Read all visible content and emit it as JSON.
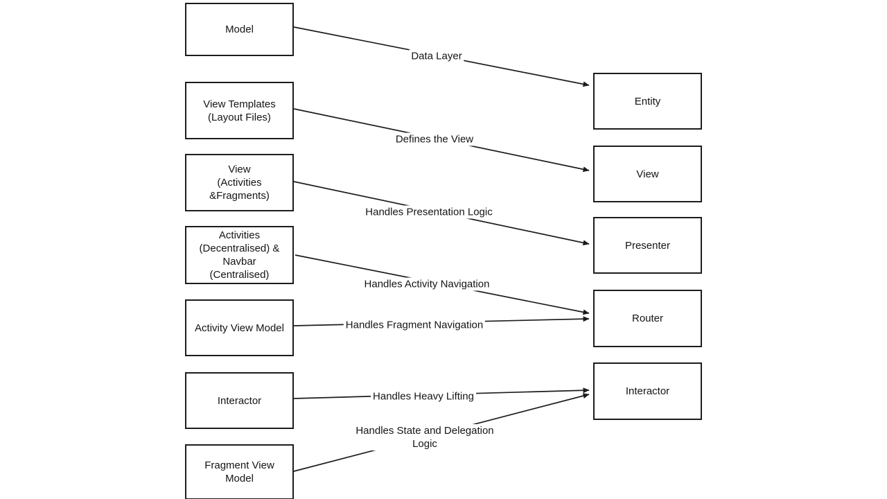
{
  "diagram": {
    "title_hint": "architecture-mapping-diagram",
    "colors": {
      "background": "#ffffff",
      "box_border": "#1c1c1c",
      "line": "#1c1c1c",
      "text": "#141414"
    },
    "left_nodes": [
      {
        "id": "model",
        "label": "Model"
      },
      {
        "id": "view-templates",
        "label": "View Templates\n(Layout Files)"
      },
      {
        "id": "view-activities-fragments",
        "label": "View\n(Activities\n&Fragments)"
      },
      {
        "id": "activities-navbar",
        "label": "Activities\n(Decentralised) &\nNavbar\n(Centralised)"
      },
      {
        "id": "activity-view-model",
        "label": "Activity View Model"
      },
      {
        "id": "interactor-left",
        "label": "Interactor"
      },
      {
        "id": "fragment-view-model",
        "label": "Fragment View\nModel"
      }
    ],
    "right_nodes": [
      {
        "id": "entity",
        "label": "Entity"
      },
      {
        "id": "view",
        "label": "View"
      },
      {
        "id": "presenter",
        "label": "Presenter"
      },
      {
        "id": "router",
        "label": "Router"
      },
      {
        "id": "interactor-right",
        "label": "Interactor"
      }
    ],
    "edges": [
      {
        "label": "Data Layer",
        "from": "Model",
        "to": "Entity"
      },
      {
        "label": "Defines the View",
        "from": "View Templates (Layout Files)",
        "to": "View"
      },
      {
        "label": "Handles Presentation Logic",
        "from": "View (Activities &Fragments)",
        "to": "Presenter"
      },
      {
        "label": "Handles Activity Navigation",
        "from": "Activities (Decentralised) & Navbar (Centralised)",
        "to": "Router"
      },
      {
        "label": "Handles Fragment Navigation",
        "from": "Activity View Model",
        "to": "Router"
      },
      {
        "label": "Handles Heavy Lifting",
        "from": "Interactor",
        "to": "Interactor"
      },
      {
        "label": "Handles State and Delegation\nLogic",
        "from": "Fragment View Model",
        "to": "Interactor"
      }
    ]
  }
}
